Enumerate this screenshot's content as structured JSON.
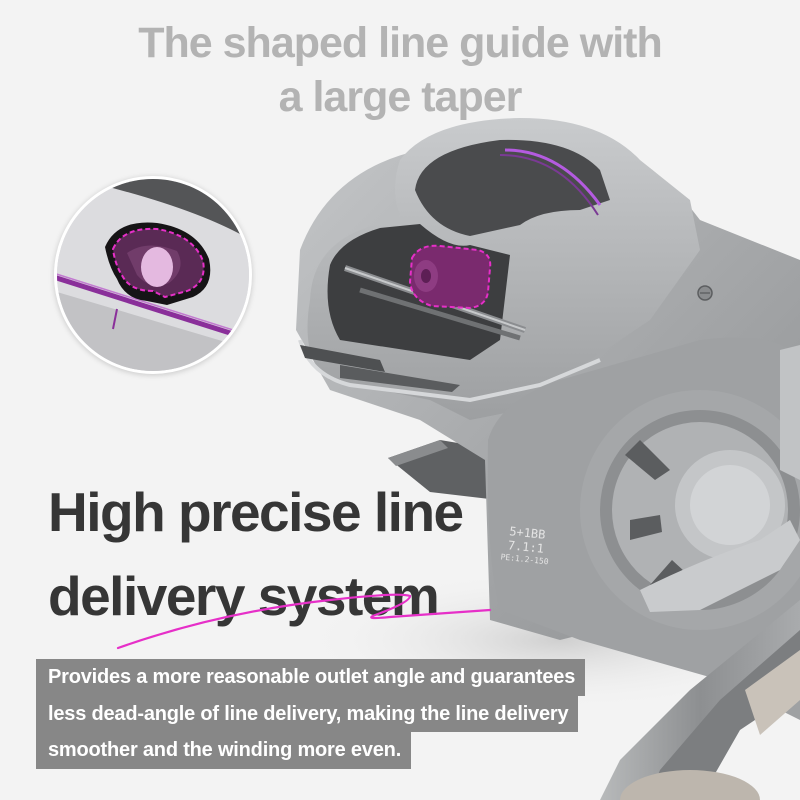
{
  "headline": {
    "line1": "The shaped line guide with",
    "line2": "a large taper"
  },
  "title": {
    "line1": "High precise line",
    "line2": "delivery system"
  },
  "description": {
    "lines": [
      "Provides a more reasonable outlet angle and guarantees",
      "less dead-angle of line delivery, making the line delivery",
      "smoother and the winding more even."
    ]
  },
  "reel_markings": {
    "bearings": "5+1BB",
    "gear_ratio": "7.1:1",
    "line_capacity": "PE:1.2-150"
  },
  "colors": {
    "background": "#f3f3f3",
    "headline": "#b3b3b3",
    "title": "#363636",
    "description_box": "#878787",
    "accent_magenta": "#e62fc8",
    "reel_body": "#a9abad",
    "line_guide_purple": "#7a2a6e"
  }
}
